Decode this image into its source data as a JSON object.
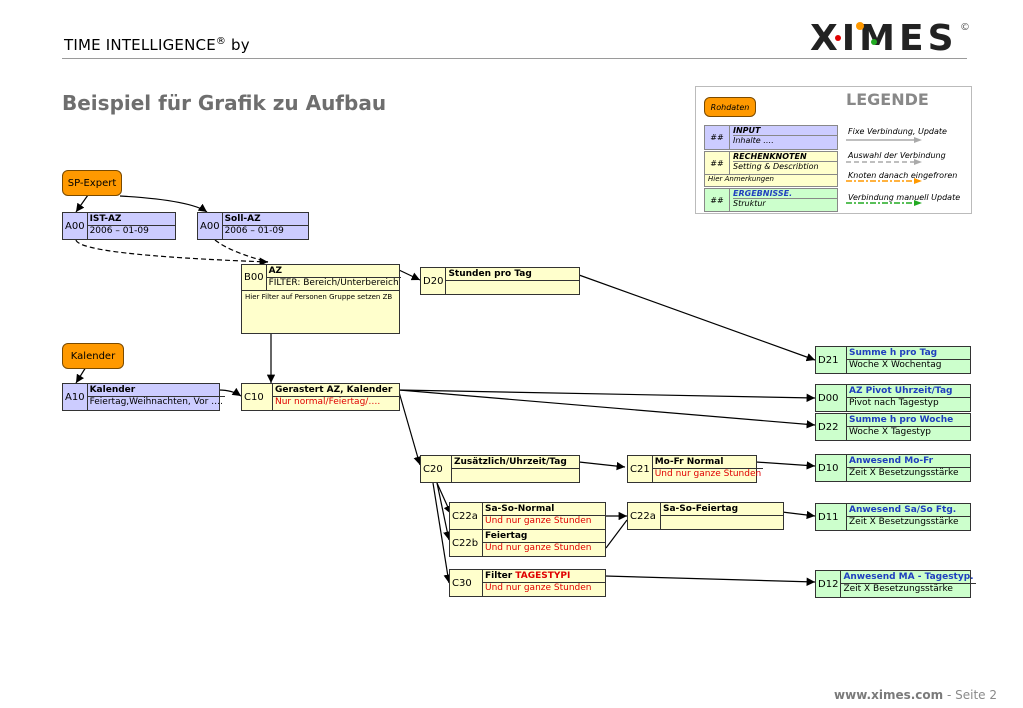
{
  "header": {
    "text": "TIME INTELLIGENCE",
    "reg": "®",
    "by": " by"
  },
  "logo": {
    "text": "XIMES",
    "copyright": "©"
  },
  "title": "Beispiel für Grafik zu Aufbau",
  "footer": {
    "site": "www.ximes.com",
    "page": " - Seite 2"
  },
  "sources": {
    "sp": "SP-Expert",
    "kal": "Kalender"
  },
  "nodes": {
    "a00a": {
      "code": "A00",
      "l1": "IST-AZ",
      "l2": "2006 – 01-09"
    },
    "a00b": {
      "code": "A00",
      "l1": "Soll-AZ",
      "l2": "2006 – 01-09"
    },
    "b00": {
      "code": "B00",
      "l1": "AZ",
      "l2": "FILTER: Bereich/Unterbereich",
      "note": "Hier Filter auf Personen Gruppe setzen ZB"
    },
    "d20": {
      "code": "D20",
      "l1": "Stunden pro Tag",
      "l2": ""
    },
    "a10": {
      "code": "A10",
      "l1": "Kalender",
      "l2": "Feiertag,Weihnachten, Vor …."
    },
    "c10": {
      "code": "C10",
      "l1": "Gerastert AZ, Kalender",
      "l2": "Nur normal/Feiertag/…."
    },
    "c20": {
      "code": "C20",
      "l1": "Zusätzlich/Uhrzeit/Tag",
      "l2": ""
    },
    "c21": {
      "code": "C21",
      "l1": "Mo-Fr Normal",
      "l2": "Und nur ganze Stunden"
    },
    "c22a": {
      "code": "C22a",
      "l1": "Sa-So-Normal",
      "l2": "Und nur ganze Stunden"
    },
    "c22b": {
      "code": "C22b",
      "l1": "Feiertag",
      "l2": "Und nur ganze Stunden"
    },
    "c22a2": {
      "code": "C22a",
      "l1": "Sa-So-Feiertag",
      "l2": ""
    },
    "c30": {
      "code": "C30",
      "l1a": "Filter ",
      "l1b": "TAGESTYPI",
      "l2": "Und nur ganze Stunden"
    },
    "d21": {
      "code": "D21",
      "l1": "Summe h pro Tag",
      "l2": "Woche X Wochentag"
    },
    "d00": {
      "code": "D00",
      "l1": "AZ Pivot Uhrzeit/Tag",
      "l2": "Pivot nach Tagestyp"
    },
    "d22": {
      "code": "D22",
      "l1": "Summe h pro Woche",
      "l2": "Woche X Tagestyp"
    },
    "d10": {
      "code": "D10",
      "l1": "Anwesend Mo-Fr",
      "l2": "Zeit X Besetzungsstärke"
    },
    "d11": {
      "code": "D11",
      "l1": "Anwesend Sa/So Ftg.",
      "l2": "Zeit X Besetzungsstärke"
    },
    "d12": {
      "code": "D12",
      "l1": "Anwesend MA - Tagestyp.",
      "l2": "Zeit X Besetzungsstärke"
    }
  },
  "legend": {
    "title": "LEGENDE",
    "rohdaten": "Rohdaten",
    "hash": "##",
    "input": "INPUT",
    "inhalte": "Inhalte ….",
    "rechen": "RECHENKNOTEN",
    "setting": "Setting & Describtion",
    "anmerk": "Hier Anmerkungen",
    "ergeb": "ERGEBNISSE.",
    "struktur": "Struktur",
    "fixe": "Fixe Verbindung, Update",
    "auswahl": "Auswahl der Verbindung",
    "knoten": "Knoten danach eingefroren",
    "manuell": "Verbindung manuell Update"
  },
  "colors": {
    "input": "#ccccff",
    "calc": "#ffffcc",
    "result": "#ccffcc",
    "source": "#ff9900",
    "red": "#e00000",
    "blue": "#1f3fbf"
  }
}
